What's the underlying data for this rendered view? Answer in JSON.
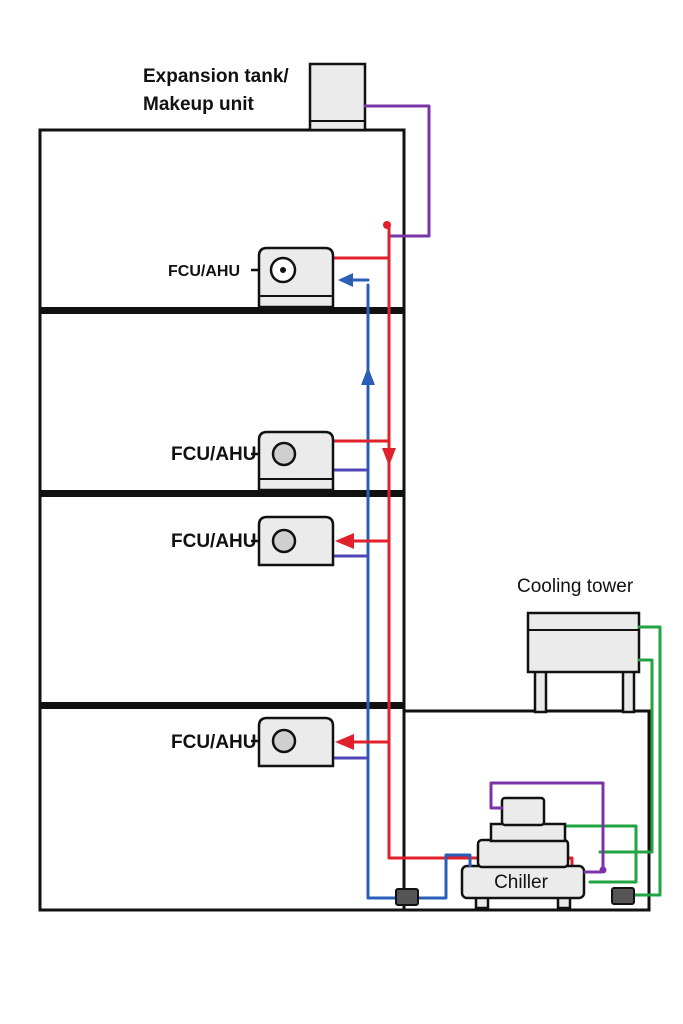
{
  "labels": {
    "expansion_tank_line1": "Expansion tank/",
    "expansion_tank_line2": "Makeup unit",
    "fcu1": "FCU/AHU",
    "fcu2": "FCU/AHU",
    "fcu3": "FCU/AHU",
    "fcu4": "FCU/AHU",
    "cooling_tower": "Cooling tower",
    "chiller": "Chiller"
  },
  "colors": {
    "supply": "#e0202a",
    "return": "#2a5fb8",
    "condenser": "#22a344",
    "makeup": "#7a34a8",
    "outline": "#111111",
    "equipment_fill": "#ebebeb"
  },
  "icons": {
    "fan": "fan-circle-icon",
    "arrow": "flow-arrow-icon"
  }
}
